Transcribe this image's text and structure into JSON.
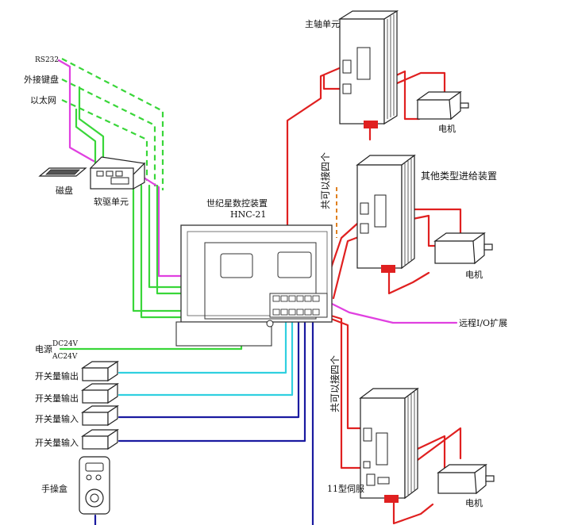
{
  "colors": {
    "magenta": "#e040e0",
    "green": "#39d639",
    "red": "#e02020",
    "cyan": "#30d0e0",
    "blue": "#1a1aa0",
    "orange": "#e08020"
  },
  "labels": {
    "rs232": "RS232",
    "keyboard": "外接键盘",
    "ethernet": "以太网",
    "disk": "磁盘",
    "floppy_unit": "软驱单元",
    "controller_title": "世纪星数控装置",
    "controller_model": "HNC-21",
    "spindle_unit": "主轴单元",
    "motor_top": "电机",
    "other_feed": "其他类型进给装置",
    "motor_mid": "电机",
    "four_top": "共可以接四个",
    "remote_io": "远程I/O扩展",
    "four_bottom": "共可以接四个",
    "servo11": "11型伺服",
    "motor_bottom": "电机",
    "power": "电源",
    "dc24v": "DC24V",
    "ac24v": "AC24V",
    "switch_out_1": "开关量输出",
    "switch_out_2": "开关量输出",
    "switch_in_1": "开关量输入",
    "switch_in_2": "开关量输入",
    "handwheel": "手操盒"
  }
}
